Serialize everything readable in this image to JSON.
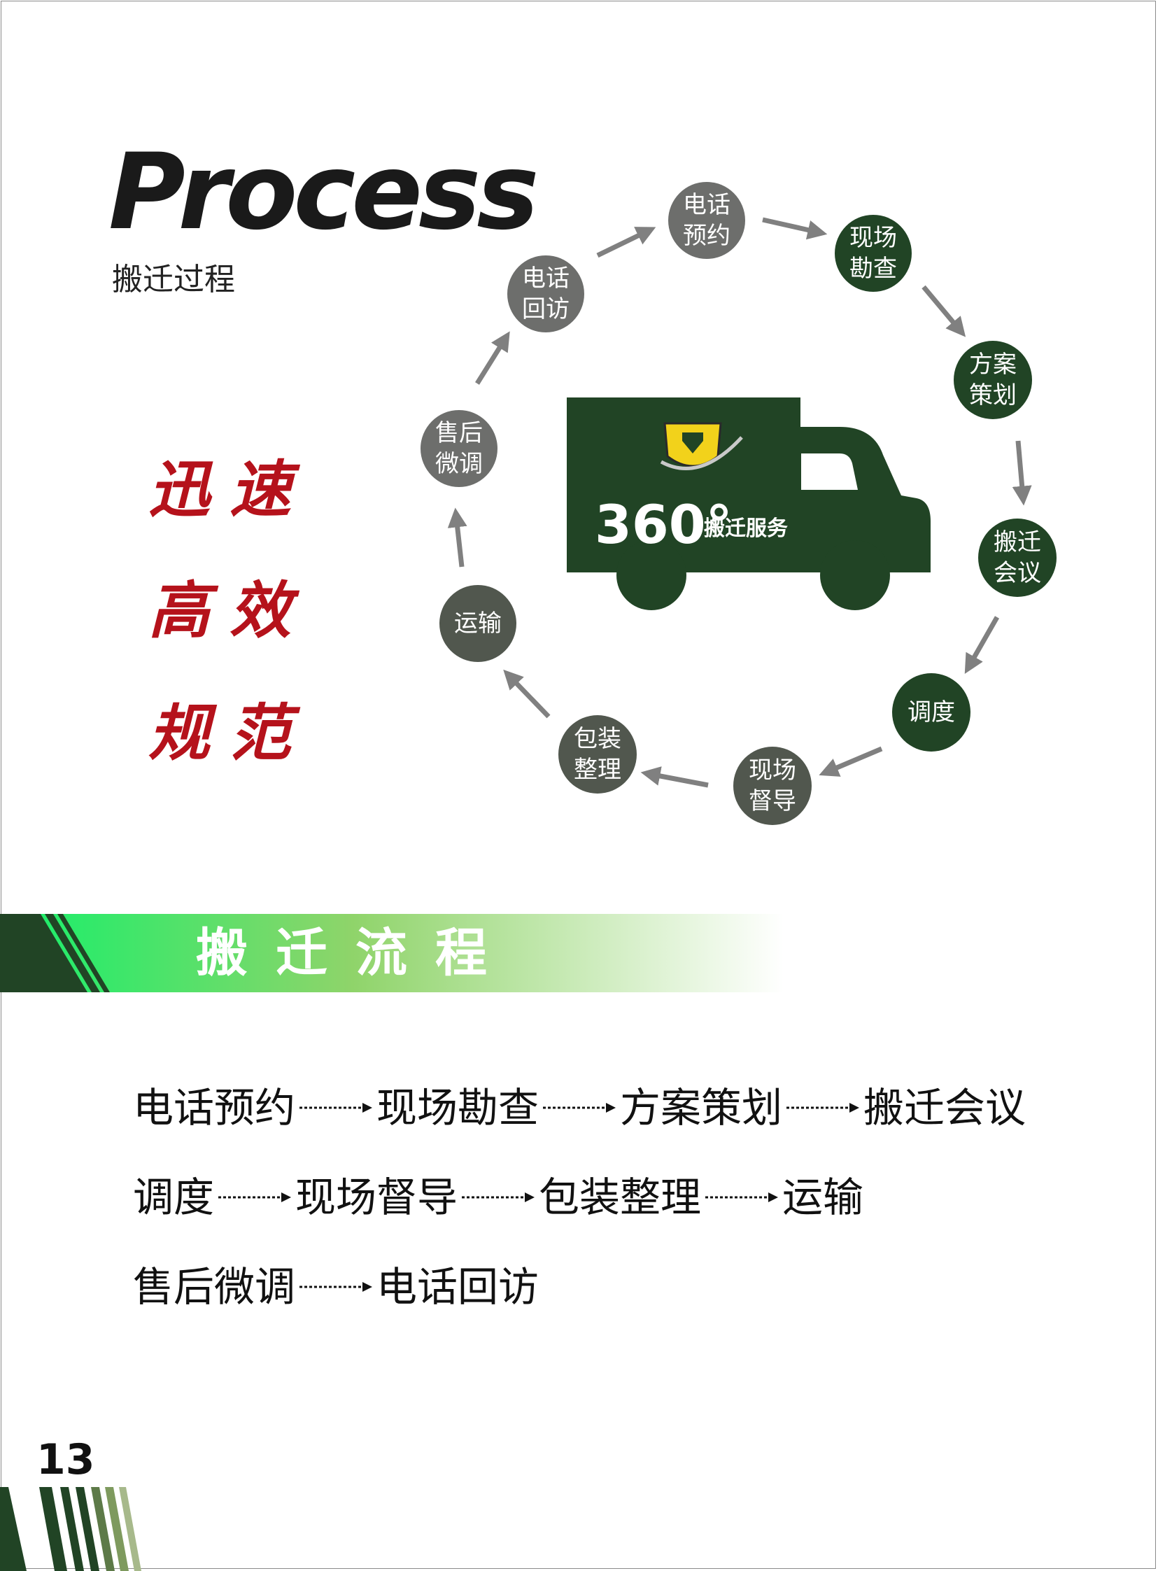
{
  "header": {
    "title": "Process",
    "subtitle": "搬迁过程"
  },
  "slogans": [
    "迅速",
    "高效",
    "规范"
  ],
  "truck": {
    "degree_label": "360°",
    "service_label": "搬迁服务"
  },
  "cycle_nodes": [
    {
      "line1": "电话",
      "line2": "预约"
    },
    {
      "line1": "现场",
      "line2": "勘查"
    },
    {
      "line1": "方案",
      "line2": "策划"
    },
    {
      "line1": "搬迁",
      "line2": "会议"
    },
    {
      "line1": "调度",
      "line2": ""
    },
    {
      "line1": "现场",
      "line2": "督导"
    },
    {
      "line1": "包装",
      "line2": "整理"
    },
    {
      "line1": "运输",
      "line2": ""
    },
    {
      "line1": "售后",
      "line2": "微调"
    },
    {
      "line1": "电话",
      "line2": "回访"
    }
  ],
  "banner": {
    "title": "搬迁流程"
  },
  "flow": {
    "row1": [
      "电话预约",
      "现场勘查",
      "方案策划",
      "搬迁会议"
    ],
    "row2": [
      "调度",
      "现场督导",
      "包装整理",
      "运输"
    ],
    "row3": [
      "售后微调",
      "电话回访"
    ]
  },
  "page_number": "13",
  "colors": {
    "dark_green": "#214425",
    "node_gray": "#6d6e6c",
    "bright_green": "#1de06a",
    "slogan_red": "#b5121b"
  }
}
